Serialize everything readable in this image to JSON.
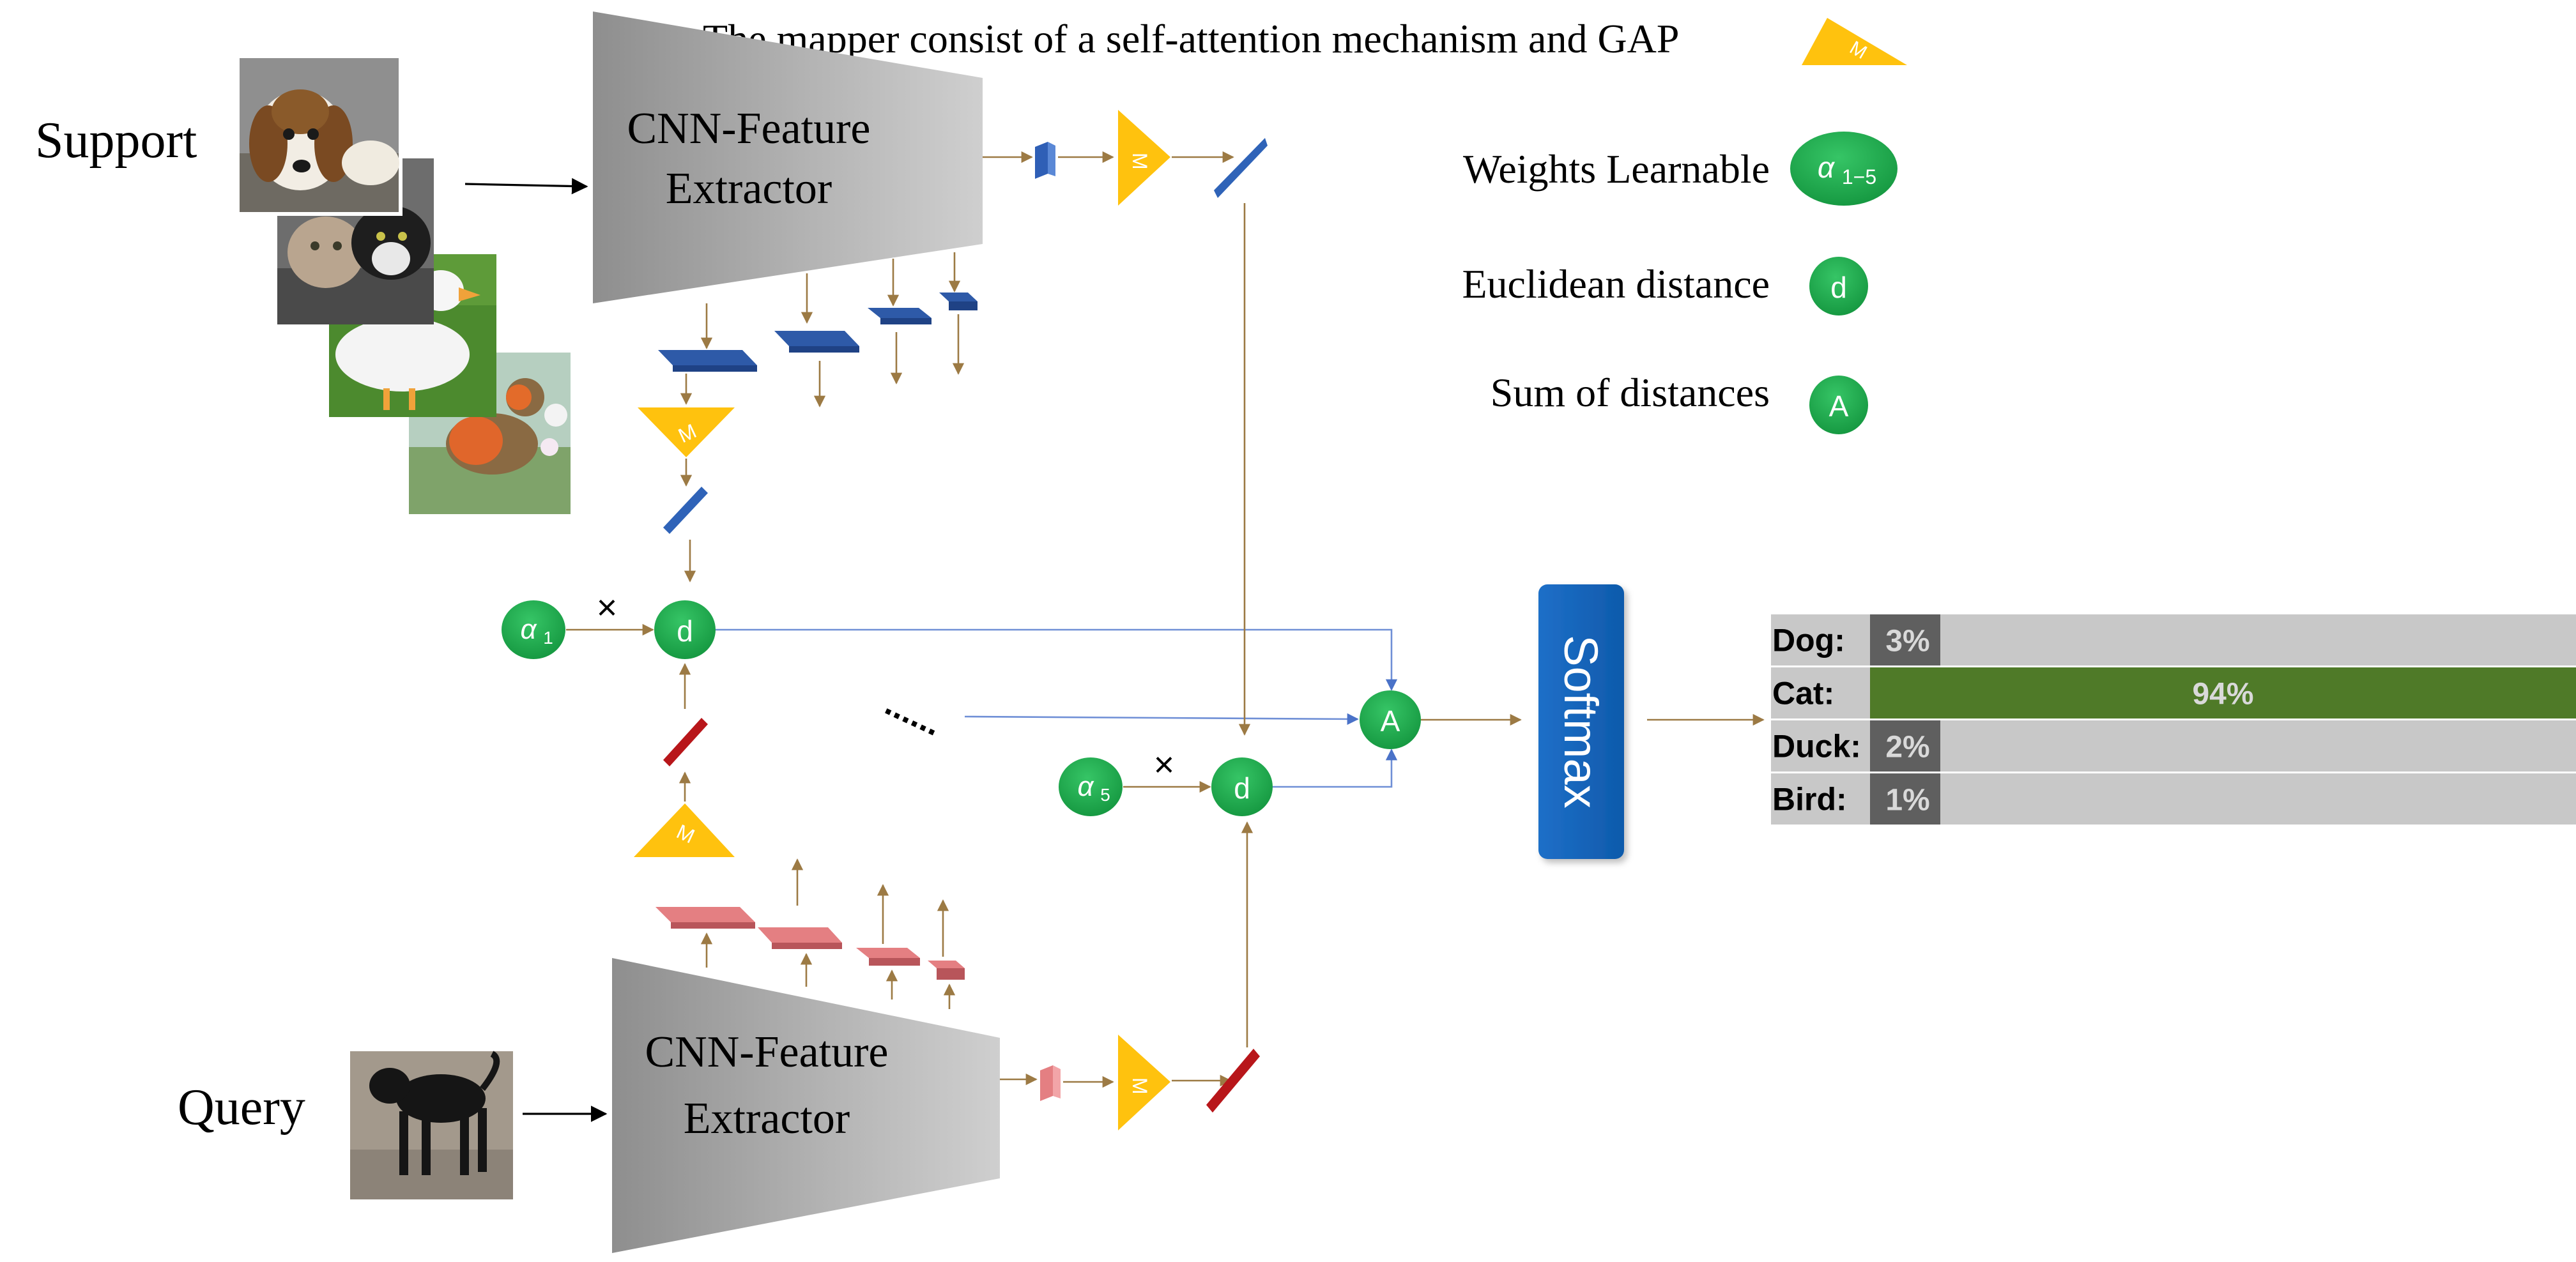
{
  "title": "The mapper consist of  a self-attention mechanism and GAP",
  "labels": {
    "support": "Support",
    "query": "Query",
    "extractor_line1": "CNN-Feature",
    "extractor_line2": "Extractor",
    "mapper": "M",
    "softmax": "Softmax",
    "multiply": "×",
    "ellipsis": "......"
  },
  "legend": {
    "weights_label": "Weights Learnable",
    "weights_symbol": "α",
    "weights_sub": "1−5",
    "distance_label": "Euclidean distance",
    "distance_symbol": "d",
    "sum_label": "Sum of distances",
    "sum_symbol": "A"
  },
  "nodes": {
    "alpha1_symbol": "α",
    "alpha1_sub": "1",
    "alpha5_symbol": "α",
    "alpha5_sub": "5",
    "d_symbol": "d",
    "a_symbol": "A"
  },
  "output_bars": [
    {
      "label": "Dog:",
      "value": 3,
      "text": "3%"
    },
    {
      "label": "Cat:",
      "value": 94,
      "text": "94%"
    },
    {
      "label": "Duck:",
      "value": 2,
      "text": "2%"
    },
    {
      "label": "Bird:",
      "value": 1,
      "text": "1%"
    }
  ],
  "colors": {
    "node_green": "#1fa64a",
    "mapper_yellow": "#ffc20e",
    "softmax_blue": "#1565c0",
    "support_feature_blue": "#2e5aa8",
    "query_feature_red": "#e47f82",
    "extractor_gray": "#a6a6a6",
    "bar_track": "#c8c8c8",
    "bar_highlight": "#4f7a28",
    "bar_other": "#5f5f5f"
  },
  "images": {
    "support": [
      "dog-photo",
      "cats-photo",
      "duck-photo",
      "robin-photo"
    ],
    "query": [
      "black-cat-photo"
    ]
  }
}
